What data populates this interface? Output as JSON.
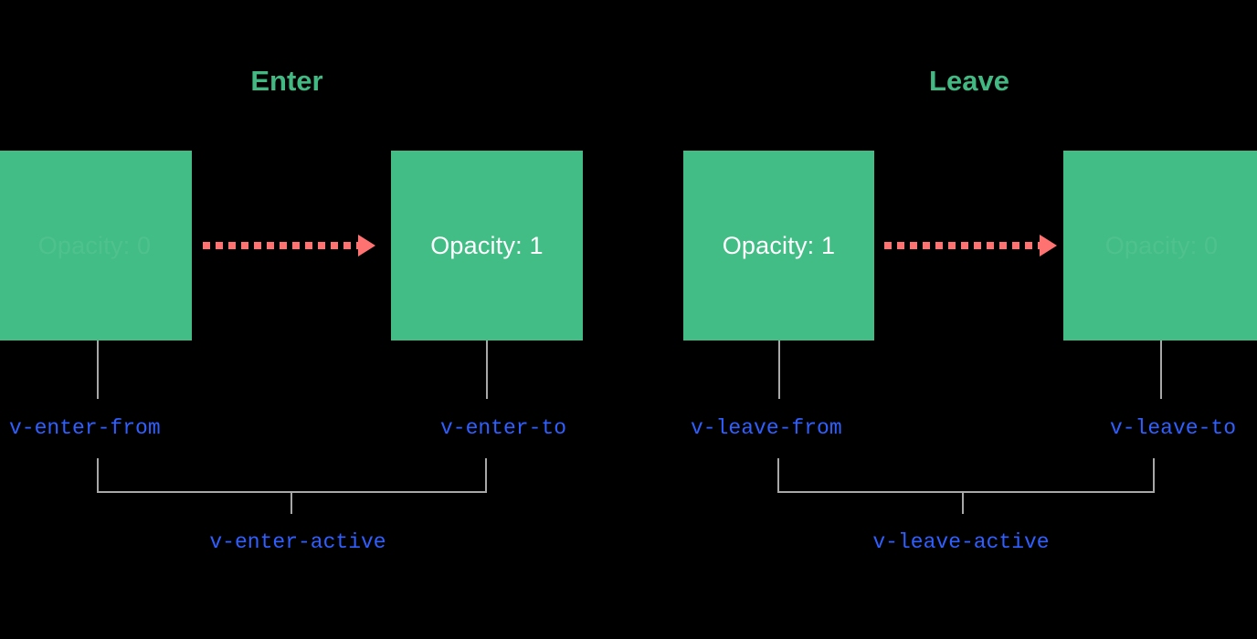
{
  "diagram": {
    "title_enter": "Enter",
    "title_leave": "Leave",
    "colors": {
      "background": "#000000",
      "box_green": "#42bd85",
      "title_green": "#42b883",
      "arrow_coral": "#ff7272",
      "class_blue": "#2f5fff",
      "connector_gray": "#a8a8a8",
      "box_text_white": "#ffffff"
    },
    "boxes": [
      {
        "label": "Opacity: 0",
        "faded": true,
        "phase": "enter-from"
      },
      {
        "label": "Opacity: 1",
        "faded": false,
        "phase": "enter-to"
      },
      {
        "label": "Opacity: 1",
        "faded": false,
        "phase": "leave-from"
      },
      {
        "label": "Opacity: 0",
        "faded": true,
        "phase": "leave-to"
      }
    ],
    "class_labels": {
      "enter_from": "v-enter-from",
      "enter_to": "v-enter-to",
      "enter_active": "v-enter-active",
      "leave_from": "v-leave-from",
      "leave_to": "v-leave-to",
      "leave_active": "v-leave-active"
    }
  }
}
